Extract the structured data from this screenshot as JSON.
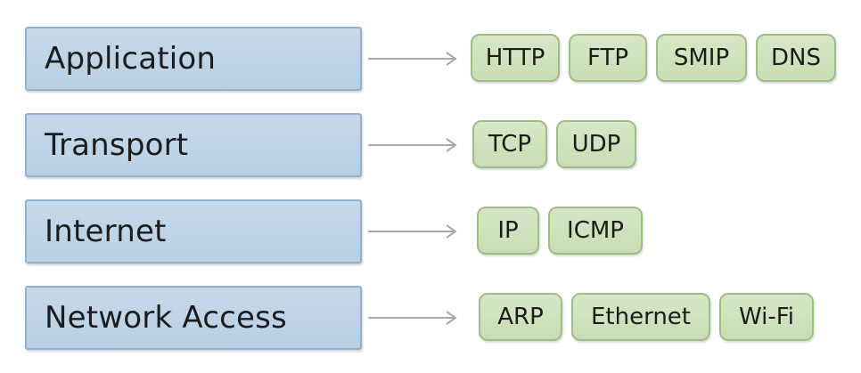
{
  "diagram": {
    "layers": [
      {
        "label": "Application",
        "protocols": [
          "HTTP",
          "FTP",
          "SMIP",
          "DNS"
        ]
      },
      {
        "label": "Transport",
        "protocols": [
          "TCP",
          "UDP"
        ]
      },
      {
        "label": "Internet",
        "protocols": [
          "IP",
          "ICMP"
        ]
      },
      {
        "label": "Network Access",
        "protocols": [
          "ARP",
          "Ethernet",
          "Wi-Fi"
        ]
      }
    ]
  },
  "colors": {
    "layer_fill": "#c5d9ea",
    "layer_border": "#8fb2cf",
    "protocol_fill": "#d7e7c6",
    "protocol_border": "#9fbe85",
    "arrow": "#a9a9a9"
  }
}
